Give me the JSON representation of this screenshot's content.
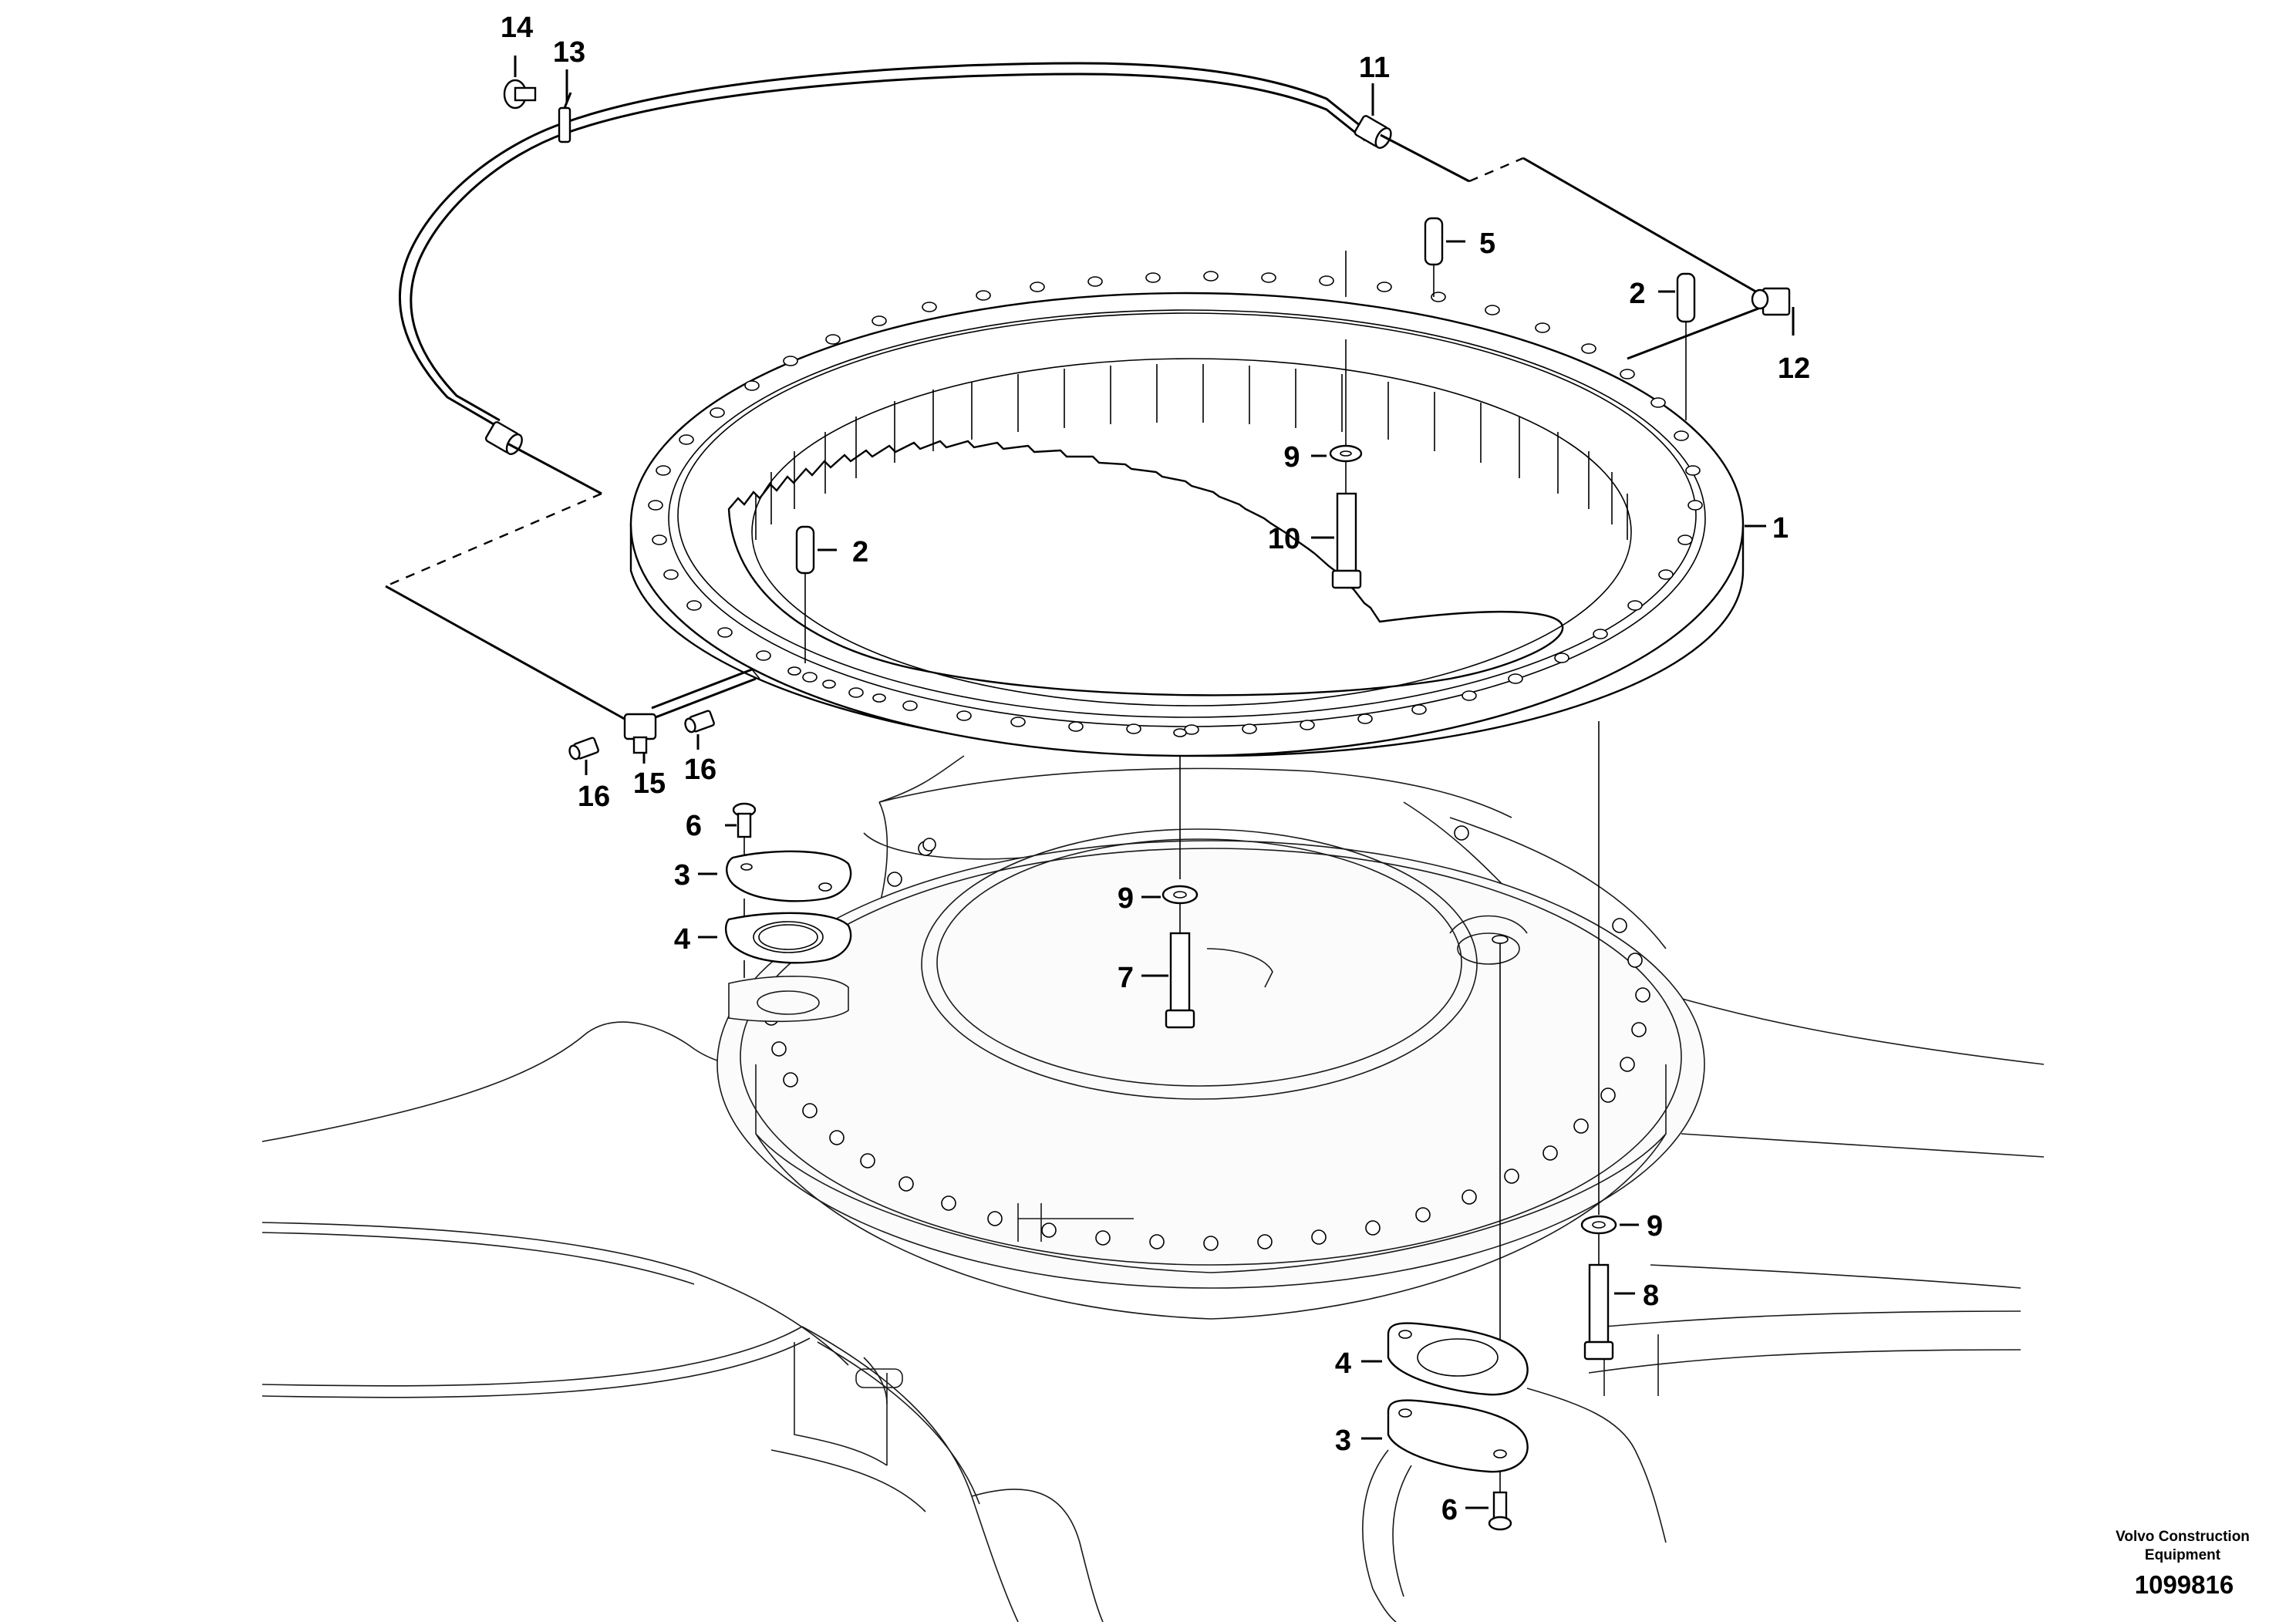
{
  "diagram": {
    "callouts": [
      {
        "id": "c14",
        "label": "14"
      },
      {
        "id": "c13",
        "label": "13"
      },
      {
        "id": "c11",
        "label": "11"
      },
      {
        "id": "c5",
        "label": "5"
      },
      {
        "id": "c2a",
        "label": "2"
      },
      {
        "id": "c12",
        "label": "12"
      },
      {
        "id": "c9a",
        "label": "9"
      },
      {
        "id": "c10",
        "label": "10"
      },
      {
        "id": "c1",
        "label": "1"
      },
      {
        "id": "c2b",
        "label": "2"
      },
      {
        "id": "c16a",
        "label": "16"
      },
      {
        "id": "c15",
        "label": "15"
      },
      {
        "id": "c16b",
        "label": "16"
      },
      {
        "id": "c6a",
        "label": "6"
      },
      {
        "id": "c3a",
        "label": "3"
      },
      {
        "id": "c4a",
        "label": "4"
      },
      {
        "id": "c9b",
        "label": "9"
      },
      {
        "id": "c7",
        "label": "7"
      },
      {
        "id": "c9c",
        "label": "9"
      },
      {
        "id": "c8",
        "label": "8"
      },
      {
        "id": "c4b",
        "label": "4"
      },
      {
        "id": "c3b",
        "label": "3"
      },
      {
        "id": "c6b",
        "label": "6"
      }
    ],
    "brand_line1": "Volvo Construction",
    "brand_line2": "Equipment",
    "document_number": "1099816"
  }
}
